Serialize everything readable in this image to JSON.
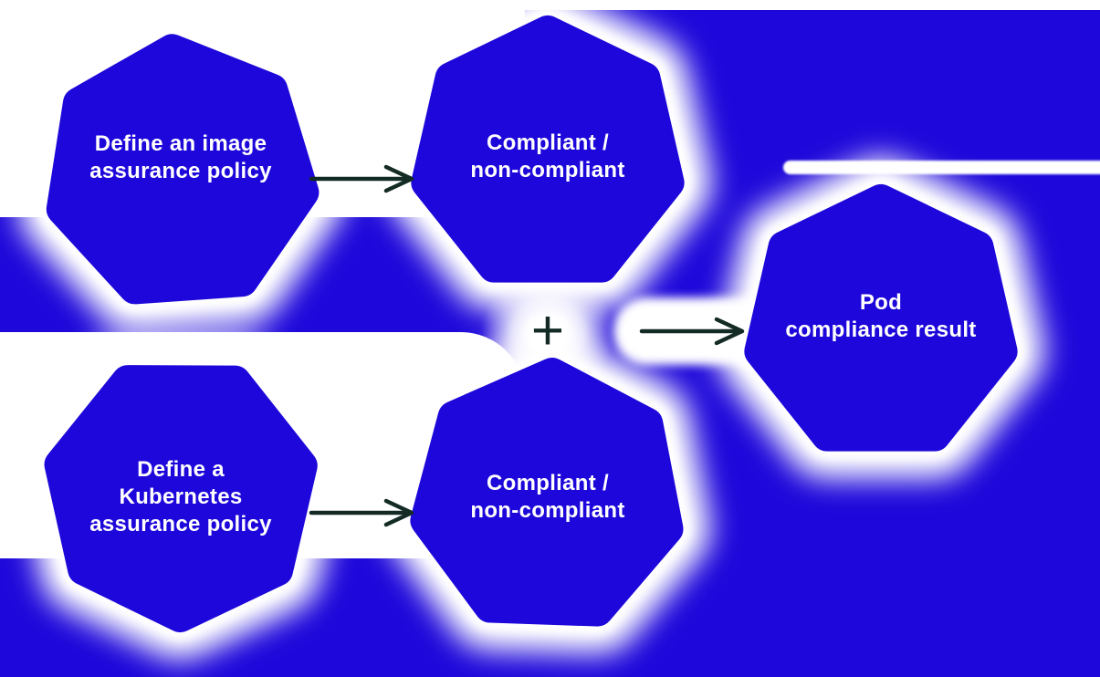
{
  "diagram": {
    "nodes": [
      {
        "id": "image-assurance-policy",
        "label": "Define an image\nassurance policy"
      },
      {
        "id": "image-compliance-result",
        "label": "Compliant /\nnon-compliant"
      },
      {
        "id": "kubernetes-assurance-policy",
        "label": "Define a\nKubernetes\nassurance policy"
      },
      {
        "id": "kubernetes-compliance-result",
        "label": "Compliant /\nnon-compliant"
      },
      {
        "id": "pod-compliance-result",
        "label": "Pod\ncompliance result"
      }
    ],
    "operator": {
      "symbol": "+"
    },
    "edges": [
      {
        "from": "image-assurance-policy",
        "to": "image-compliance-result"
      },
      {
        "from": "kubernetes-assurance-policy",
        "to": "kubernetes-compliance-result"
      },
      {
        "from": "combined-compliance-results",
        "to": "pod-compliance-result"
      }
    ],
    "colors": {
      "background_blue": "#1D07DA",
      "heptagon_blue": "#1D07DA",
      "glow_white": "#FFFFFF",
      "arrow_dark": "#132B24",
      "text_white": "#FFFFFF"
    }
  }
}
